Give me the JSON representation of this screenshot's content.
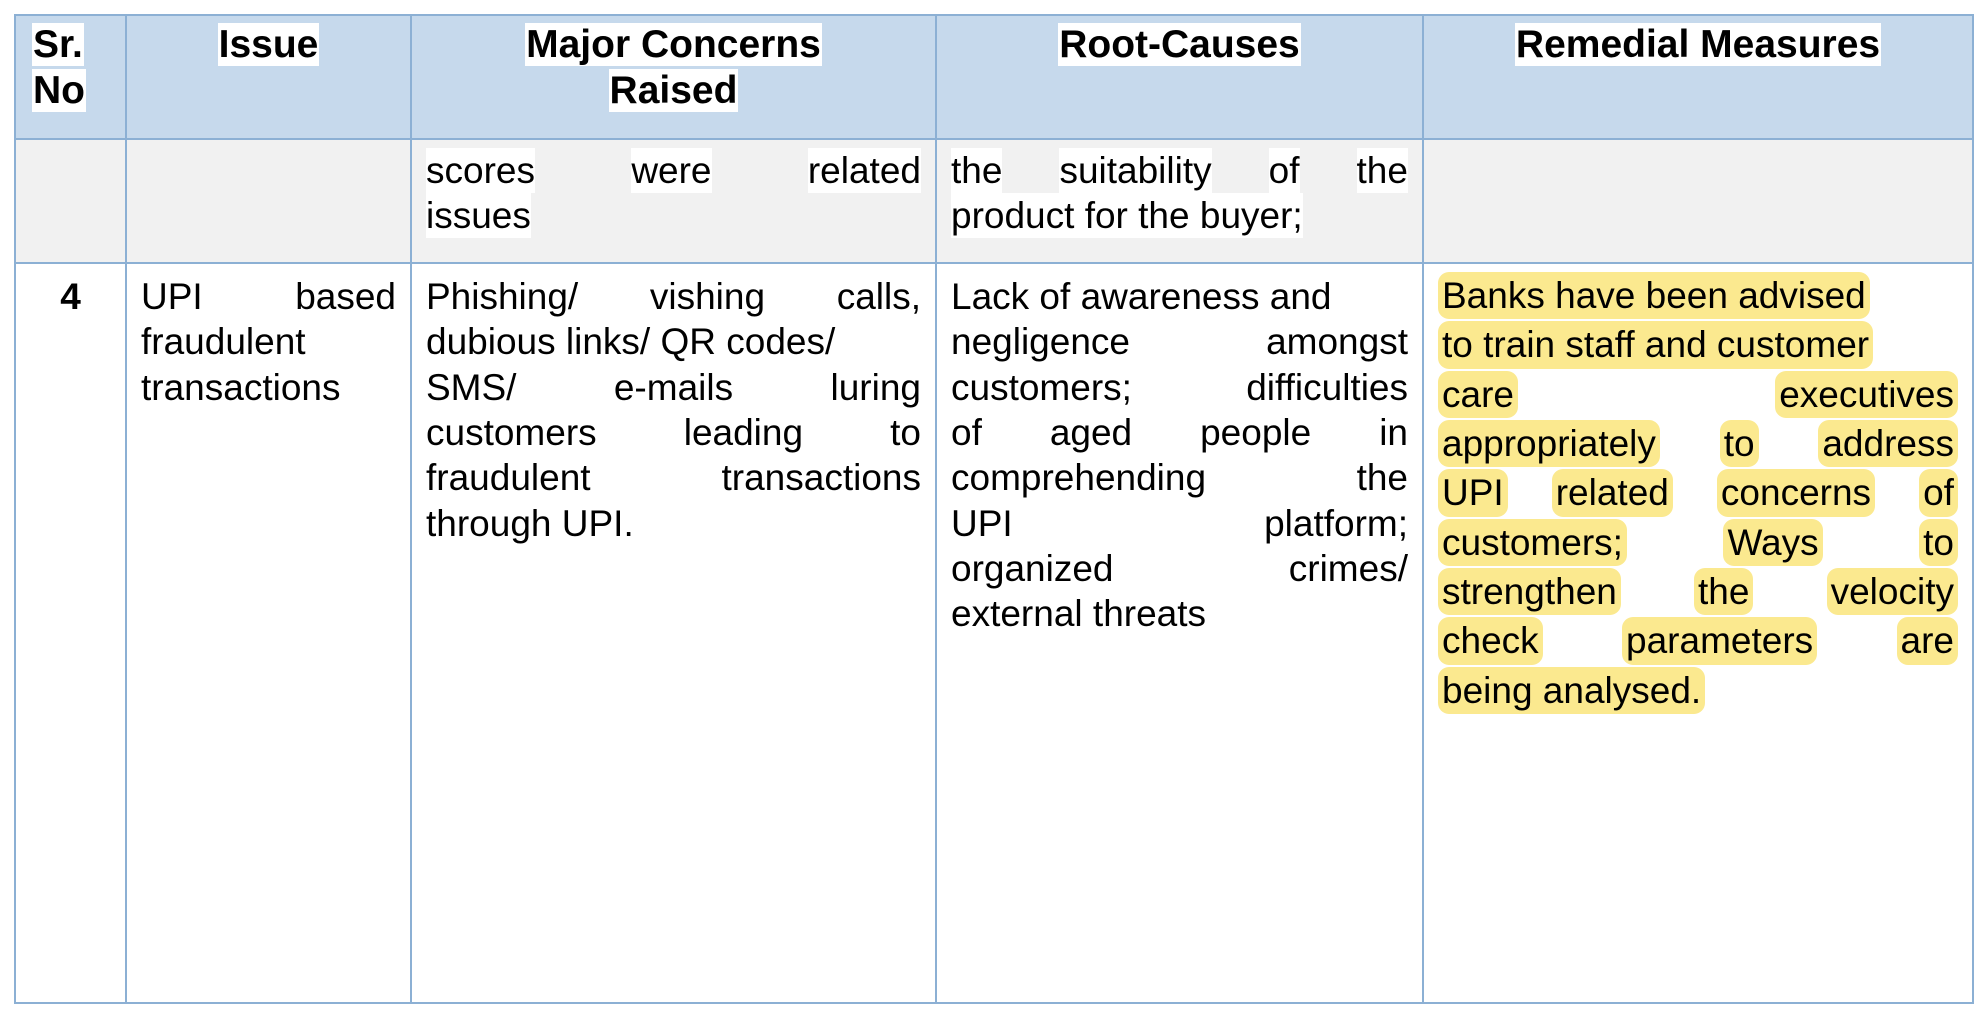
{
  "document": {
    "type": "table",
    "title": "Issues, Major Concerns, Root-Causes and Remedial Measures",
    "colors": {
      "header_fill": "#c6d9ec",
      "continuation_fill": "#f1f1f1",
      "border": "#8cb0d4",
      "text_highlight_white": "#ffffff",
      "text_highlight_yellow": "#fbe98f",
      "text": "#000000"
    }
  },
  "table": {
    "columns": [
      {
        "key": "sr_no",
        "header_line1": "Sr.",
        "header_line2": "No",
        "header": "Sr. No"
      },
      {
        "key": "issue",
        "header": "Issue"
      },
      {
        "key": "concerns",
        "header_line1": "Major Concerns",
        "header_line2": "Raised",
        "header": "Major Concerns Raised"
      },
      {
        "key": "root",
        "header": "Root-Causes"
      },
      {
        "key": "remedial",
        "header": "Remedial Measures"
      }
    ],
    "continuation_row": {
      "sr_no": "",
      "issue": "",
      "concerns_lines": [
        [
          "scores",
          "were",
          "related"
        ],
        [
          "issues"
        ]
      ],
      "concerns": "scores were related issues",
      "root_lines": [
        [
          "the",
          "suitability",
          "of",
          "the"
        ],
        [
          "product for the buyer;"
        ]
      ],
      "root": "the suitability of the product for the buyer;",
      "remedial": ""
    },
    "rows": [
      {
        "sr_no": "4",
        "issue": "UPI based fraudulent transactions",
        "issue_lines": [
          [
            "UPI",
            "based"
          ],
          [
            "fraudulent"
          ],
          [
            "transactions"
          ]
        ],
        "concerns": "Phishing/ vishing calls, dubious links/ QR codes/ SMS/ e-mails luring customers leading to fraudulent transactions through UPI.",
        "concerns_lines": [
          [
            "Phishing/",
            "vishing",
            "calls,"
          ],
          [
            "dubious links/ QR codes/"
          ],
          [
            "SMS/",
            "e-mails",
            "luring"
          ],
          [
            "customers",
            "leading",
            "to"
          ],
          [
            "fraudulent",
            "transactions"
          ],
          [
            "through UPI."
          ]
        ],
        "root": "Lack of awareness and negligence amongst customers; difficulties of aged people in comprehending the UPI platform; organized crimes/ external threats",
        "root_lines": [
          [
            "Lack of awareness and"
          ],
          [
            "negligence",
            "amongst"
          ],
          [
            "customers;",
            "difficulties"
          ],
          [
            "of",
            "aged",
            "people",
            "in"
          ],
          [
            "comprehending",
            "the"
          ],
          [
            "UPI",
            "platform;"
          ],
          [
            "organized",
            "crimes/"
          ],
          [
            "external threats"
          ]
        ],
        "remedial": "Banks have been advised to train staff and customer care executives appropriately to address UPI related concerns of customers; Ways to strengthen the velocity check parameters are being analysed.",
        "remedial_highlight": "yellow",
        "remedial_lines": [
          {
            "segments": [
              "Banks have been advised"
            ],
            "justify": false
          },
          {
            "segments": [
              "to train staff and customer"
            ],
            "justify": false
          },
          {
            "segments": [
              "care",
              "executives"
            ],
            "justify": true
          },
          {
            "segments": [
              "appropriately",
              "to",
              "address"
            ],
            "justify": true
          },
          {
            "segments": [
              "UPI",
              "related",
              "concerns",
              "of"
            ],
            "justify": true
          },
          {
            "segments": [
              "customers;",
              "Ways",
              "to"
            ],
            "justify": true
          },
          {
            "segments": [
              "strengthen",
              "the",
              "velocity"
            ],
            "justify": true
          },
          {
            "segments": [
              "check",
              "parameters",
              "are"
            ],
            "justify": true
          },
          {
            "segments": [
              "being analysed."
            ],
            "justify": false
          }
        ]
      }
    ]
  }
}
